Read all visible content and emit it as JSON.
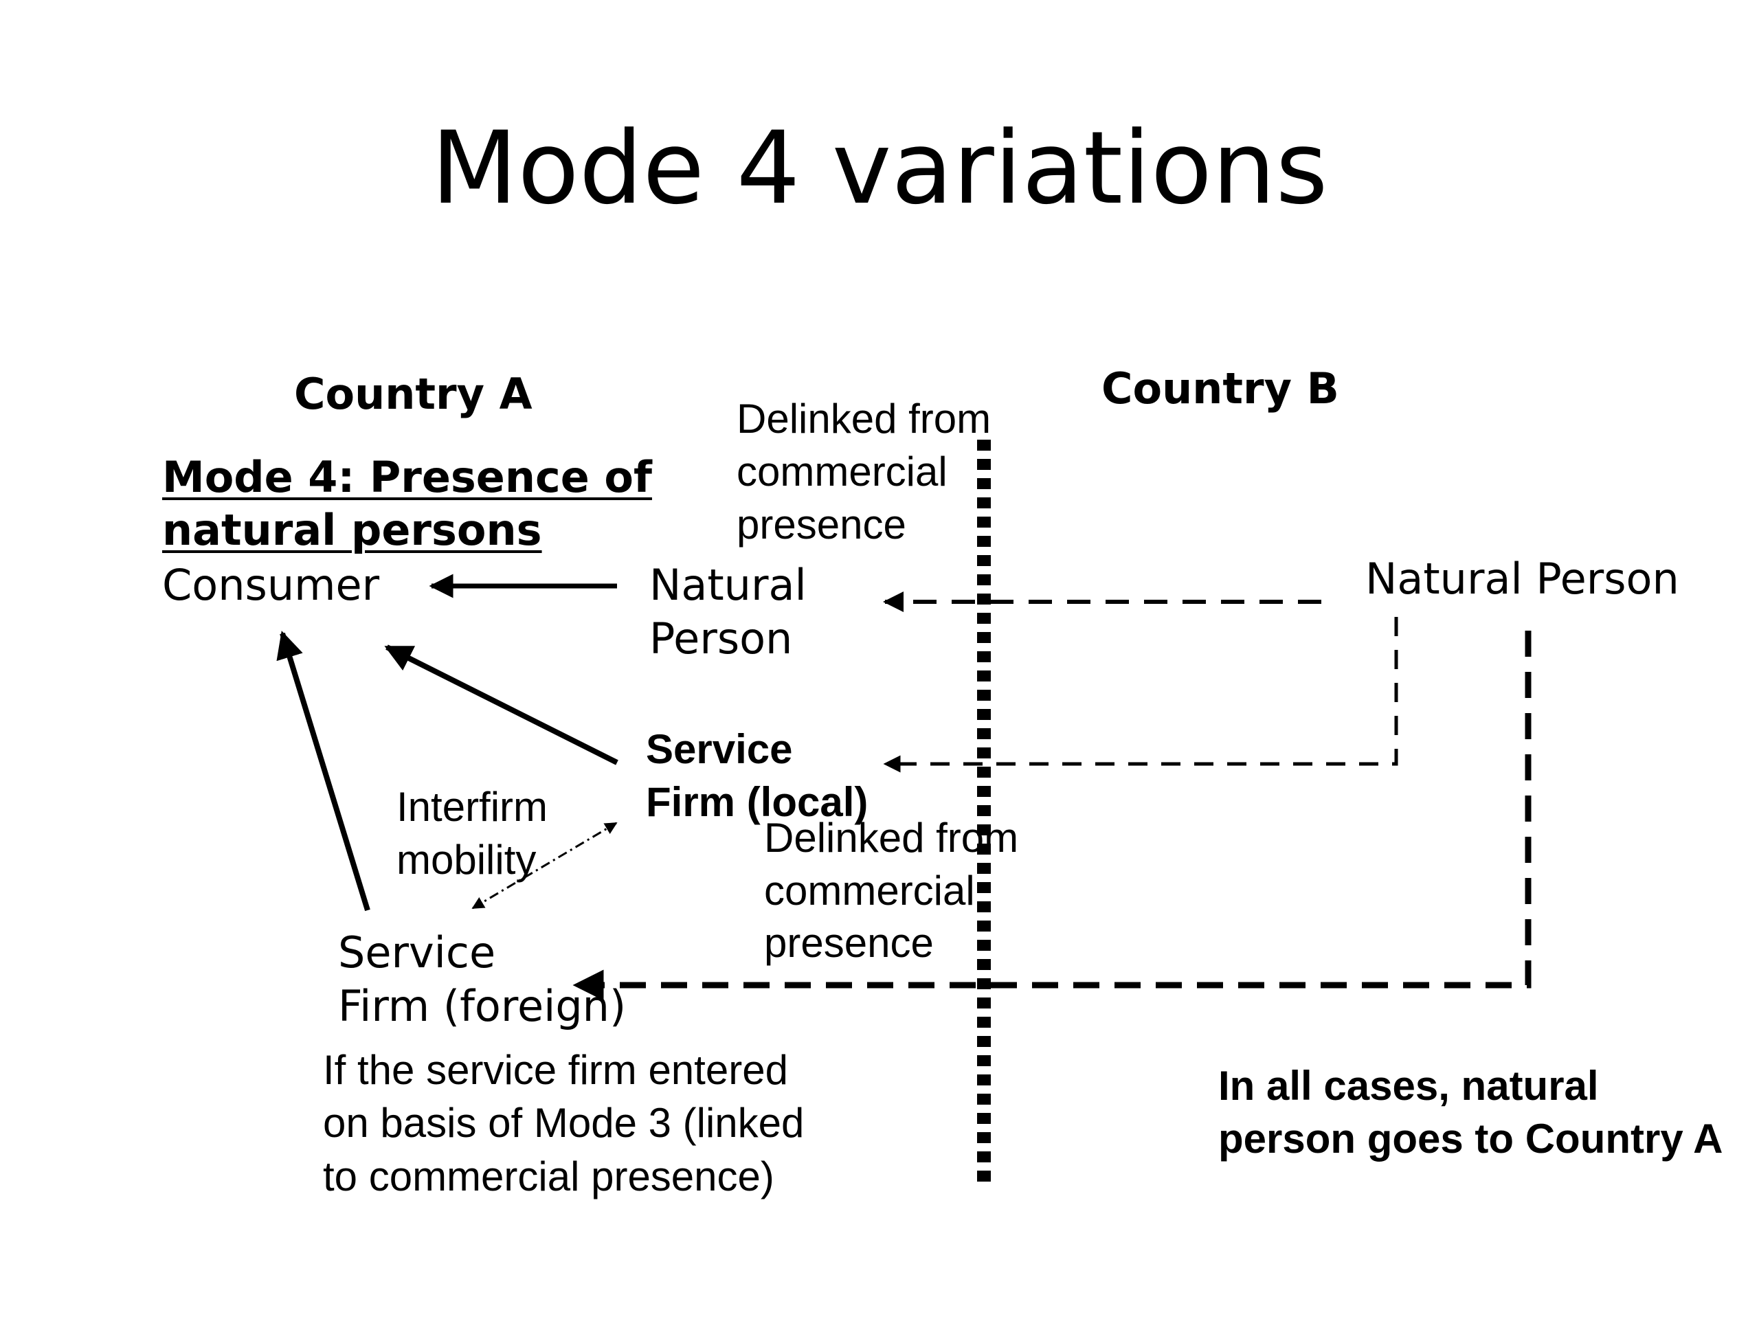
{
  "title": "Mode 4 variations",
  "labels": {
    "country_a": "Country A",
    "country_b": "Country B",
    "mode4_heading_line1": "Mode 4: Presence of",
    "mode4_heading_line2": "natural persons",
    "consumer": "Consumer",
    "natural_person_a_line1": "Natural",
    "natural_person_a_line2": "Person",
    "natural_person_b": "Natural Person",
    "delinked_top_line1": "Delinked from",
    "delinked_top_line2": "commercial",
    "delinked_top_line3": "presence",
    "service_local_line1": "Service",
    "service_local_line2": "Firm (local)",
    "delinked_mid_line1": "Delinked from",
    "delinked_mid_line2": "commercial",
    "delinked_mid_line3": "presence",
    "interfirm_line1": "Interfirm",
    "interfirm_line2": "mobility",
    "service_foreign_line1": "Service",
    "service_foreign_line2": "Firm (foreign)",
    "mode3_note_line1": "If the service firm entered",
    "mode3_note_line2": "on basis of Mode 3 (linked",
    "mode3_note_line3": "to commercial presence)",
    "all_cases_line1": "In all cases, natural",
    "all_cases_line2": "person goes to Country A"
  }
}
